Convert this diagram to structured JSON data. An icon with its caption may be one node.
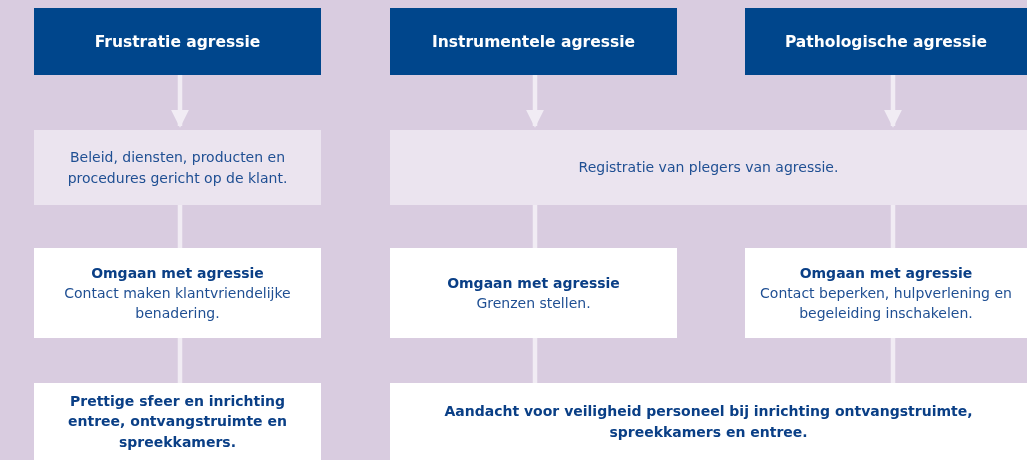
{
  "diagram": {
    "nodes": [
      {
        "text": [
          "Frustratie agressie"
        ]
      },
      {
        "text": [
          "Instrumentele agressie"
        ]
      },
      {
        "text": [
          "Pathologische agressie"
        ]
      },
      {
        "text": [
          "Beleid, diensten, producten en procedures gericht op de klant."
        ]
      },
      {
        "text": [
          "Registratie van plegers van agressie."
        ]
      },
      {
        "text": [
          "Omgaan met agressie",
          "Contact maken klantvriendelijke benadering."
        ]
      },
      {
        "text": [
          "Omgaan met agressie",
          "Grenzen stellen."
        ]
      },
      {
        "text": [
          "Omgaan met agressie",
          "Contact beperken, hulpverlening en begeleiding inschakelen."
        ]
      },
      {
        "text": [
          "Prettige sfeer en inrichting entree, ontvangstruimte en spreekkamers."
        ]
      },
      {
        "text": [
          "Aandacht voor veiligheid personeel bij inrichting ontvangstruimte, spreekkamers en entree."
        ]
      }
    ],
    "edges": [
      {
        "from": 0,
        "to": 3,
        "arrow": "to"
      },
      {
        "from": 1,
        "to": 4,
        "arrow": "to"
      },
      {
        "from": 2,
        "to": 4,
        "arrow": "to"
      },
      {
        "from": 3,
        "to": 5,
        "arrow": "none"
      },
      {
        "from": 4,
        "to": 6,
        "arrow": "none"
      },
      {
        "from": 4,
        "to": 7,
        "arrow": "none"
      },
      {
        "from": 5,
        "to": 8,
        "arrow": "none"
      },
      {
        "from": 6,
        "to": 9,
        "arrow": "none"
      },
      {
        "from": 7,
        "to": 9,
        "arrow": "none"
      }
    ]
  }
}
